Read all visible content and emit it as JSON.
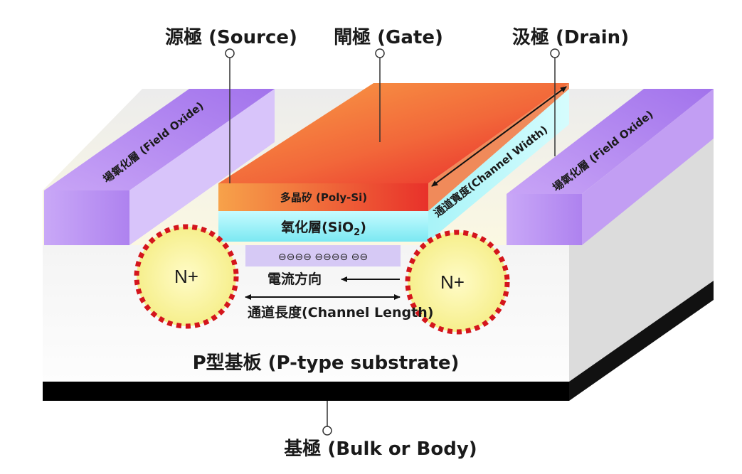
{
  "labels": {
    "source": "源極 (Source)",
    "gate": "閘極 (Gate)",
    "drain": "汲極 (Drain)",
    "field_oxide_left": "場氧化層 (Field Oxide)",
    "field_oxide_right": "場氧化層 (Field Oxide)",
    "poly_si": "多晶矽 (Poly-Si)",
    "oxide_main": "氧化層(SiO",
    "oxide_sub": "2",
    "oxide_close": ")",
    "channel_width": "通道寬度(Channel Width)",
    "electrons": "⊖⊖⊖⊖ ⊖⊖⊖⊖ ⊖⊖",
    "current_direction": "電流方向",
    "channel_length": "通道長度(Channel Length)",
    "n_plus_left": "N+",
    "n_plus_right": "N+",
    "substrate": "P型基板 (P-type substrate)",
    "bulk": "基極 (Bulk or Body)"
  },
  "colors": {
    "field_oxide": "#b98cf2",
    "gate_top": "#f26a32",
    "poly": "#ef4d2a",
    "oxide": "#8ff0f5",
    "n_region": "#fcf7a8",
    "n_outline": "#d4151c",
    "substrate_face": "#f0f0f0",
    "base": "#000000"
  }
}
